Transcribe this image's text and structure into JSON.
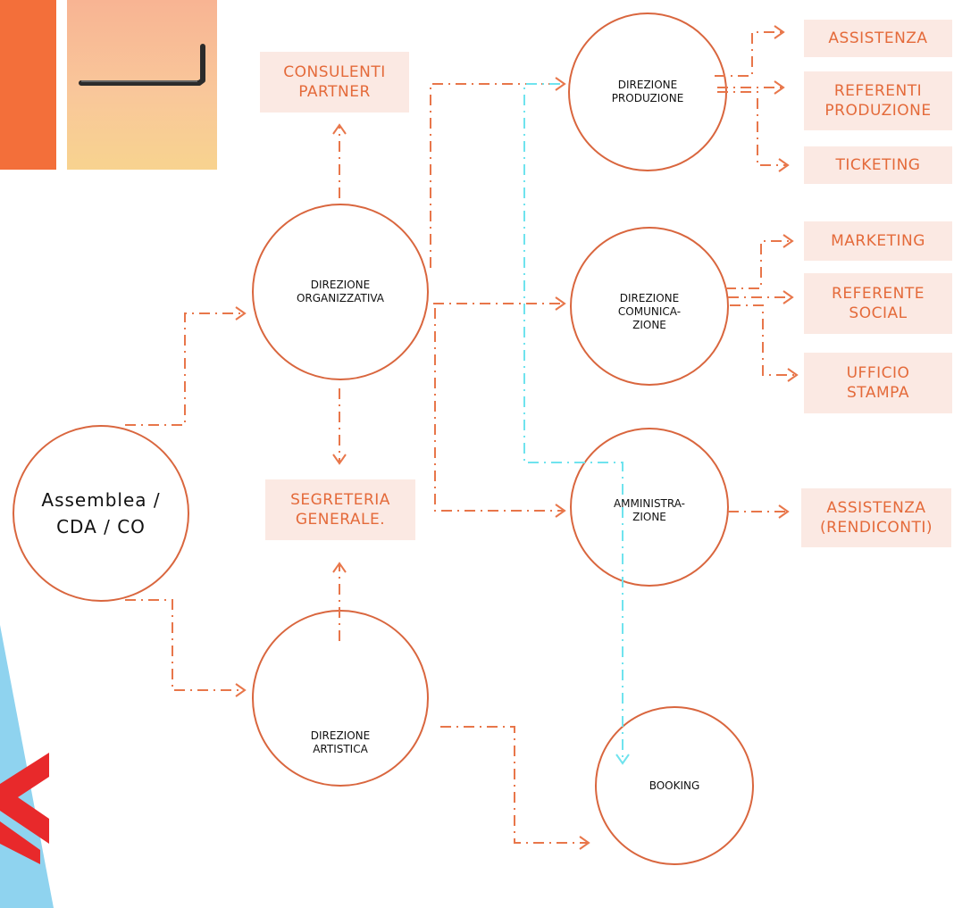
{
  "colors": {
    "accent": "#e46a3a",
    "line": "#e8764a",
    "dashed_cyan": "#6fe3ee",
    "box_bg": "#fbe9e3",
    "blue_deco": "#8fd3ef"
  },
  "decorations": {
    "photo_icon": "allen-key-icon",
    "logo_icon": "brand-logo-icon"
  },
  "nodes": {
    "assemblea": "Assemblea /\nCDA / CO",
    "organizzativa": "DIREZIONE\nORGANIZZATIVA",
    "artistica": "DIREZIONE\nARTISTICA",
    "produzione": "DIREZIONE\nPRODUZIONE",
    "comunicazione": "DIREZIONE\nCOMUNICA-\nZIONE",
    "amministrazione": "AMMINISTRA-\nZIONE",
    "booking": "BOOKING"
  },
  "boxes": {
    "consulenti": "CONSULENTI\nPARTNER",
    "segreteria": "SEGRETERIA\nGENERALE.",
    "assistenza": "ASSISTENZA",
    "referenti_produzione": "REFERENTI\nPRODUZIONE",
    "ticketing": "TICKETING",
    "marketing": "MARKETING",
    "referente_social": "REFERENTE\nSOCIAL",
    "ufficio_stampa": "UFFICIO\nSTAMPA",
    "assistenza_rendiconti": "ASSISTENZA\n(RENDICONTI)"
  }
}
